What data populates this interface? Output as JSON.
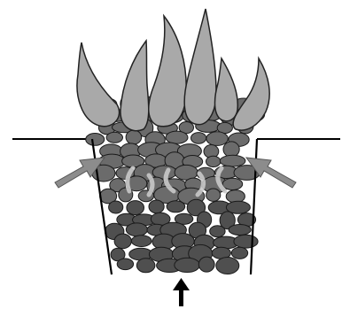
{
  "diagram": {
    "subject": "fire-bed-combustion",
    "elements": {
      "flames": {
        "count": 6,
        "color": "#a9a9a9"
      },
      "fuel_bed": {
        "color": "#5c5c5c"
      },
      "ground_line": {
        "color": "#000000"
      },
      "side_air_arrows": {
        "count": 2,
        "color": "#8c8c8c"
      },
      "under_air_arrow": {
        "count": 1,
        "color": "#000000"
      },
      "smoke_wisps": {
        "color": "#bdbdbd"
      }
    },
    "colors": {
      "background": "#ffffff",
      "stroke": "#1a1a1a",
      "upper_pebbles": "#6b6b6b",
      "lower_pebbles": "#4f4f4f"
    }
  }
}
